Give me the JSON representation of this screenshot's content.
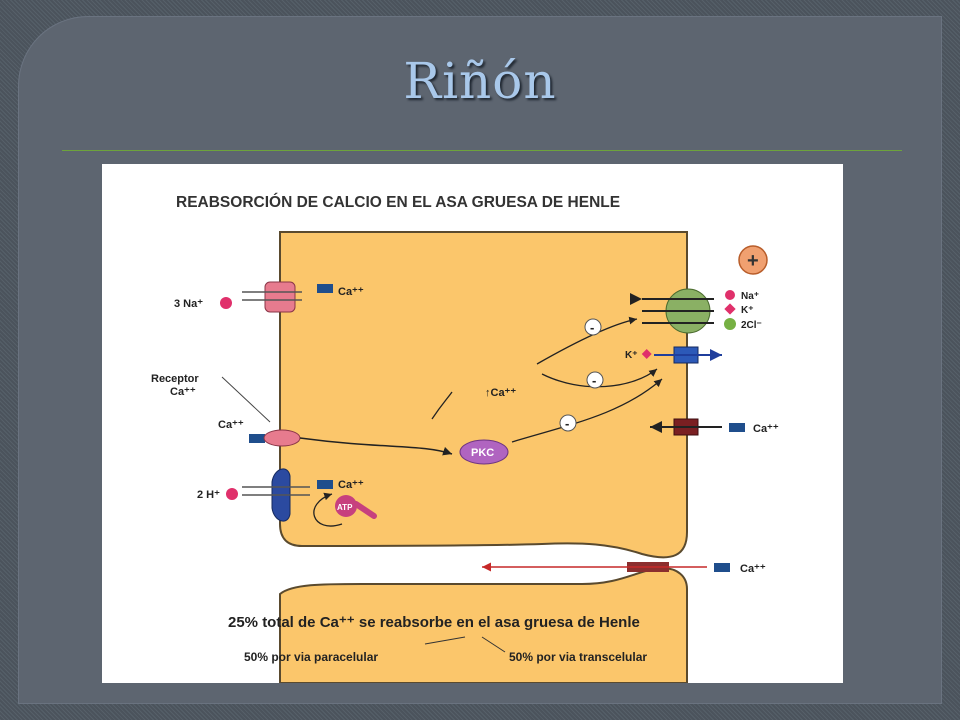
{
  "slide": {
    "title": "Riñón"
  },
  "figure": {
    "heading": "REABSORCIÓN DE CALCIO EN EL ASA GRUESA DE HENLE",
    "labels": {
      "na3": "3 Na⁺",
      "ca_pump": "Ca⁺⁺",
      "receptor_line1": "Receptor",
      "receptor_line2": "Ca⁺⁺",
      "ca_receptor": "Ca⁺⁺",
      "h2": "2 H⁺",
      "ca_atp": "Ca⁺⁺",
      "atp": "ATP",
      "ca_intra": "↑Ca⁺⁺",
      "pkc": "PKC",
      "plus": "+",
      "minus": "-",
      "nkcc_na": "Na⁺",
      "nkcc_k": "K⁺",
      "nkcc_cl": "2Cl⁻",
      "romk_k": "K⁺",
      "ca_baso": "Ca⁺⁺",
      "ca_para": "Ca⁺⁺"
    },
    "caption": "25% total de Ca⁺⁺ se reabsorbe en el asa gruesa de Henle",
    "sub_left": "50% por via paracelular",
    "sub_right": "50% por via transcelular"
  }
}
